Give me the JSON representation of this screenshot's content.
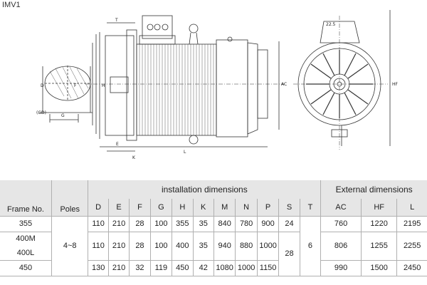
{
  "title": "IMV1",
  "drawing_labels": {
    "T": "T",
    "D": "D",
    "GD": "(GD)",
    "G": "G",
    "F": "F",
    "E": "E",
    "H": "H",
    "K": "K",
    "L": "L",
    "AC": "AC",
    "HF": "HF",
    "angle": "22.5"
  },
  "table": {
    "frame_header": "Frame No.",
    "poles_header": "Poles",
    "installation_header": "installation dimensions",
    "external_header": "External dimensions",
    "install_cols": [
      "D",
      "E",
      "F",
      "G",
      "H",
      "K",
      "M",
      "N",
      "P",
      "S",
      "T"
    ],
    "external_cols": [
      "AC",
      "HF",
      "L"
    ],
    "poles_value": "4~8",
    "s_shared": "28",
    "t_shared": "6",
    "rows": [
      {
        "frame": "355",
        "D": "110",
        "E": "210",
        "F": "28",
        "G": "100",
        "H": "355",
        "K": "35",
        "M": "840",
        "N": "780",
        "P": "900",
        "S": "24",
        "AC": "760",
        "HF": "1220",
        "L": "2195"
      },
      {
        "frame": "400M",
        "frame2": "400L",
        "D": "110",
        "E": "210",
        "F": "28",
        "G": "100",
        "H": "400",
        "K": "35",
        "M": "940",
        "N": "880",
        "P": "1000",
        "AC": "806",
        "HF": "1255",
        "L": "2255"
      },
      {
        "frame": "450",
        "D": "130",
        "E": "210",
        "F": "32",
        "G": "119",
        "H": "450",
        "K": "42",
        "M": "1080",
        "N": "1000",
        "P": "1150",
        "AC": "990",
        "HF": "1500",
        "L": "2450"
      }
    ]
  }
}
